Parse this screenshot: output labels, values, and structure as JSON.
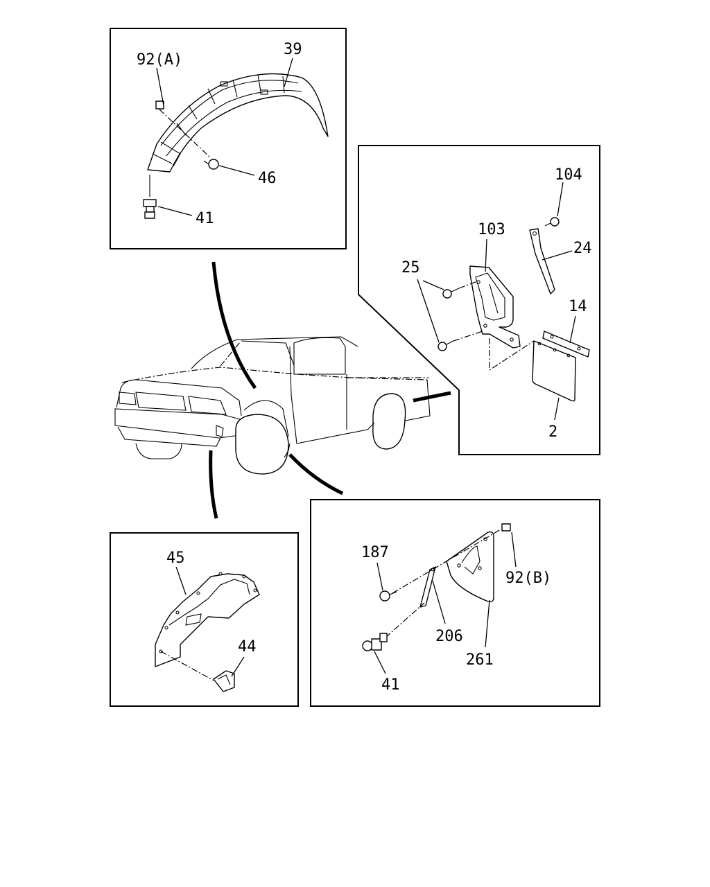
{
  "labels": {
    "p39": "39",
    "p92a": "92(A)",
    "p46": "46",
    "p41a": "41",
    "p104": "104",
    "p103": "103",
    "p24": "24",
    "p25": "25",
    "p14": "14",
    "p2": "2",
    "p45": "45",
    "p44": "44",
    "p187": "187",
    "p92b": "92(B)",
    "p206": "206",
    "p261": "261",
    "p41b": "41"
  }
}
